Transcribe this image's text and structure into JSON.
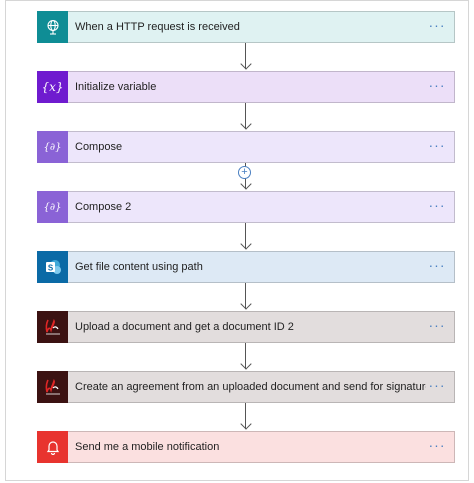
{
  "steps": [
    {
      "label": "When a HTTP request is received",
      "icon": "globe-icon",
      "color": "#0f8d95",
      "bg": "#dff2f2"
    },
    {
      "label": "Initialize variable",
      "icon": "variable-icon",
      "color": "#6f1bcf",
      "bg": "#ecdff8"
    },
    {
      "label": "Compose",
      "icon": "compose-icon",
      "color": "#8a63d6",
      "bg": "#ede6fb"
    },
    {
      "label": "Compose 2",
      "icon": "compose-icon",
      "color": "#8a63d6",
      "bg": "#ede6fb"
    },
    {
      "label": "Get file content using path",
      "icon": "sharepoint-icon",
      "color": "#0b6aa6",
      "bg": "#dde9f5"
    },
    {
      "label": "Upload a document and get a document ID 2",
      "icon": "adobe-sign-icon",
      "color": "#3b1212",
      "bg": "#e2dddd"
    },
    {
      "label": "Create an agreement from an uploaded document and send for signature",
      "icon": "adobe-sign-icon",
      "color": "#3b1212",
      "bg": "#e2dddd"
    },
    {
      "label": "Send me a mobile notification",
      "icon": "bell-icon",
      "color": "#e8342f",
      "bg": "#fbe0e0"
    }
  ],
  "more_label": "···",
  "plus_label": "+"
}
